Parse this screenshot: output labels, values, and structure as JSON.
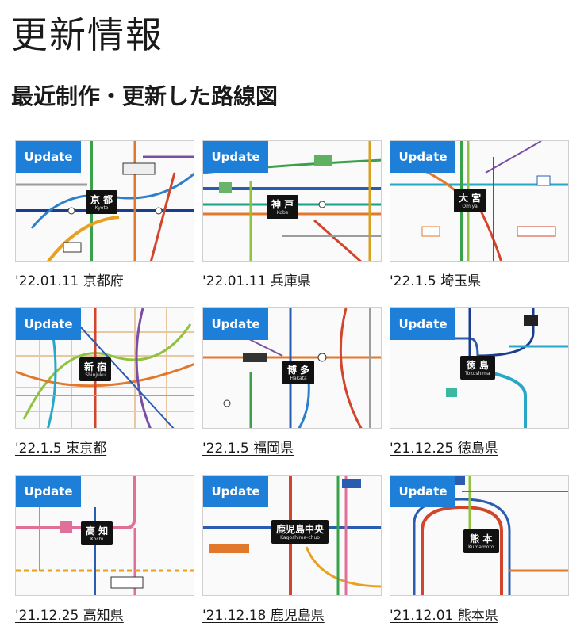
{
  "header": {
    "title": "更新情報"
  },
  "section": {
    "title": "最近制作・更新した路線図"
  },
  "cards": [
    {
      "badge": "Update",
      "caption": "'22.01.11 京都府",
      "station": "京 都",
      "station_en": "Kyoto"
    },
    {
      "badge": "Update",
      "caption": "'22.01.11 兵庫県",
      "station": "神 戸",
      "station_en": "Kobe"
    },
    {
      "badge": "Update",
      "caption": "'22.1.5 埼玉県",
      "station": "大 宮",
      "station_en": "Omiya"
    },
    {
      "badge": "Update",
      "caption": "'22.1.5 東京都",
      "station": "新 宿",
      "station_en": "Shinjuku"
    },
    {
      "badge": "Update",
      "caption": "'22.1.5 福岡県",
      "station": "博 多",
      "station_en": "Hakata"
    },
    {
      "badge": "Update",
      "caption": "'21.12.25 徳島県",
      "station": "徳 島",
      "station_en": "Tokushima"
    },
    {
      "badge": "Update",
      "caption": "'21.12.25 高知県",
      "station": "高 知",
      "station_en": "Kochi"
    },
    {
      "badge": "Update",
      "caption": "'21.12.18 鹿児島県",
      "station": "鹿児島中央",
      "station_en": "Kagoshima-chuo"
    },
    {
      "badge": "Update",
      "caption": "'21.12.01 熊本県",
      "station": "熊 本",
      "station_en": "Kumamoto"
    }
  ],
  "colors": {
    "badge": "#1e7fd8"
  }
}
